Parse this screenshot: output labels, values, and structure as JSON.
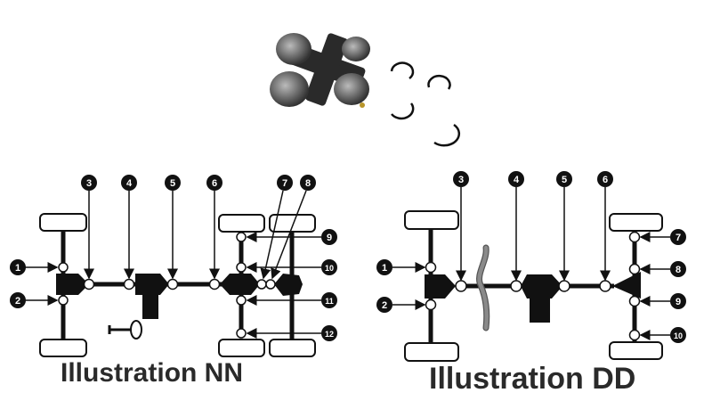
{
  "left": {
    "title": "Illustration NN",
    "labels": [
      "1",
      "2",
      "3",
      "4",
      "5",
      "6",
      "7",
      "8",
      "9",
      "10",
      "11",
      "12"
    ]
  },
  "right": {
    "title": "Illustration DD",
    "labels": [
      "1",
      "2",
      "3",
      "4",
      "5",
      "6",
      "7",
      "8",
      "9",
      "10"
    ]
  },
  "colors": {
    "ink": "#111111",
    "gray_part": "#8a8a8a",
    "title": "#2a2a2a"
  }
}
